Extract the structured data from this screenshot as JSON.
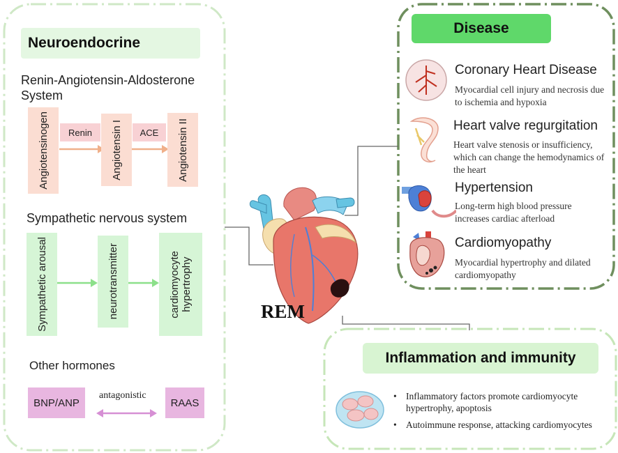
{
  "neuroendocrine": {
    "title": "Neuroendocrine",
    "raas": {
      "label": "Renin-Angiotensin-Aldosterone\nSystem",
      "boxes": [
        "Angiotensinogen",
        "Angiotensin I",
        "Angiotensin II"
      ],
      "enzymes": [
        "Renin",
        "ACE"
      ]
    },
    "sympathetic": {
      "label": "Sympathetic nervous system",
      "boxes": [
        "Sympathetic arousal",
        "neurotransmitter",
        "cardiomyocyte\nhypertrophy"
      ]
    },
    "other": {
      "label": "Other hormones",
      "left": "BNP/ANP",
      "relation": "antagonistic",
      "right": "RAAS"
    }
  },
  "center": {
    "label": "REM"
  },
  "disease": {
    "title": "Disease",
    "items": [
      {
        "name": "Coronary Heart Disease",
        "desc": "Myocardial cell injury and necrosis due to ischemia and hypoxia"
      },
      {
        "name": "Heart valve regurgitation",
        "desc": "Heart valve stenosis or insufficiency, which can change the hemodynamics of the heart"
      },
      {
        "name": "Hypertension",
        "desc": "Long-term high blood pressure increases cardiac afterload"
      },
      {
        "name": "Cardiomyopathy",
        "desc": "Myocardial hypertrophy and dilated cardiomyopathy"
      }
    ]
  },
  "inflammation": {
    "title": "Inflammation and immunity",
    "bullets": [
      "Inflammatory factors promote cardiomyocyte hypertrophy, apoptosis",
      "Autoimmune response, attacking cardiomyocytes"
    ]
  },
  "colors": {
    "green_title": "#5fd86a",
    "light_green": "#d6f5d6",
    "pink": "#f8d1d4",
    "peach": "#fbddd2",
    "purple": "#e8b6e0",
    "panel_border_left": "#c9e5c0",
    "panel_border_disease": "#6e8e5d"
  }
}
